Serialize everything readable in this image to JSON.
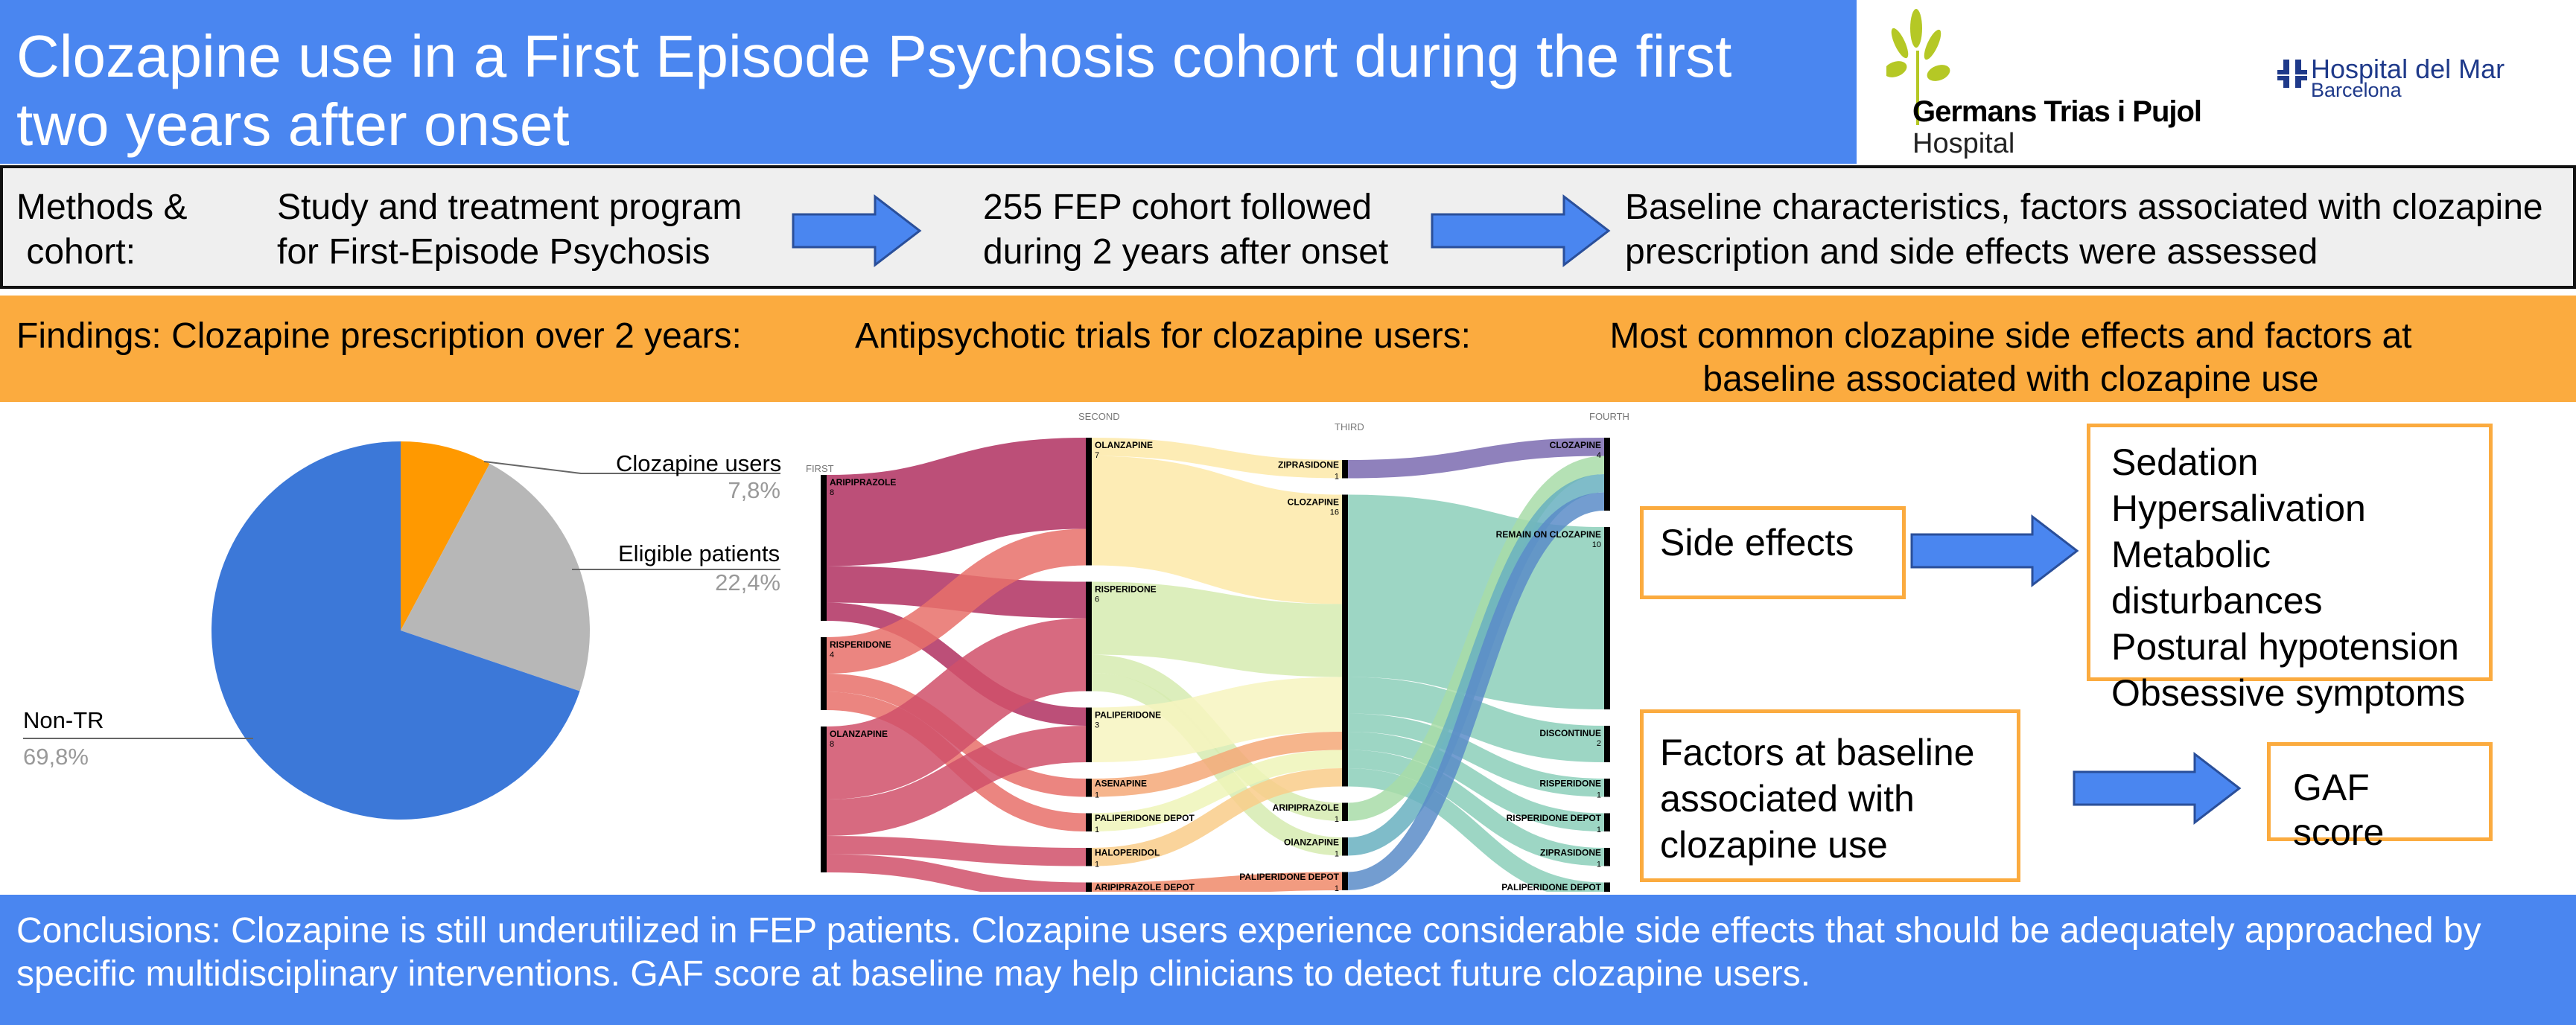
{
  "header": {
    "title": "Clozapine use in a First Episode Psychosis cohort during the first two years after onset",
    "logos": {
      "germans_trias": {
        "line1": "Germans Trias i Pujol",
        "line2": "Hospital"
      },
      "hospital_del_mar": {
        "line1": "Hospital del Mar",
        "line2": "Barcelona"
      }
    },
    "colors": {
      "blue": "#4a86f0",
      "orange": "#fbab3f"
    }
  },
  "methods": {
    "label": "Methods &\n cohort:",
    "step1": "Study and treatment program for First-Episode Psychosis",
    "step2": "255 FEP cohort followed during 2 years after onset",
    "step3": "Baseline characteristics, factors associated with clozapine prescription and side effects were assessed"
  },
  "findings": {
    "col1": "Findings: Clozapine prescription over 2 years:",
    "col2": "Antipsychotic trials for clozapine users:",
    "col3": "Most common clozapine side effects and factors at baseline associated with clozapine use"
  },
  "chart_data": {
    "type": "pie",
    "slices": [
      {
        "label": "Clozapine users",
        "value": 7.8,
        "display": "7,8%",
        "color": "#ff9900"
      },
      {
        "label": "Eligible patients",
        "value": 22.4,
        "display": "22,4%",
        "color": "#b7b7b7"
      },
      {
        "label": "Non-TR",
        "value": 69.8,
        "display": "69,8%",
        "color": "#3c78d8"
      }
    ]
  },
  "sankey": {
    "columns": [
      "FIRST",
      "SECOND",
      "THIRD",
      "FOURTH"
    ],
    "nodes": [
      {
        "id": "f_arip",
        "col": 0,
        "label": "ARIPIPRAZOLE",
        "value": 8,
        "color": "#b03060"
      },
      {
        "id": "f_risp",
        "col": 0,
        "label": "RISPERIDONE",
        "value": 4,
        "color": "#e8706a"
      },
      {
        "id": "f_olz",
        "col": 0,
        "label": "OLANZAPINE",
        "value": 8,
        "color": "#d0506a"
      },
      {
        "id": "s_olz",
        "col": 1,
        "label": "OLANZAPINE",
        "value": 7,
        "color": "#fde9a8"
      },
      {
        "id": "s_risp",
        "col": 1,
        "label": "RISPERIDONE",
        "value": 6,
        "color": "#d6ebb0"
      },
      {
        "id": "s_pali",
        "col": 1,
        "label": "PALIPERIDONE",
        "value": 3,
        "color": "#f7f5c0"
      },
      {
        "id": "s_asen",
        "col": 1,
        "label": "ASENAPINE",
        "value": 1,
        "color": "#f5a878"
      },
      {
        "id": "s_palid",
        "col": 1,
        "label": "PALIPERIDONE DEPOT",
        "value": 1,
        "color": "#eef5b8"
      },
      {
        "id": "s_halo",
        "col": 1,
        "label": "HALOPERIDOL",
        "value": 1,
        "color": "#f9cd8a"
      },
      {
        "id": "s_aripd",
        "col": 1,
        "label": "ARIPIPRAZOLE DEPOT",
        "value": 1,
        "color": "#f08a6a"
      },
      {
        "id": "t_zip",
        "col": 2,
        "label": "ZIPRASIDONE",
        "value": 1,
        "color": "#7b6bb0"
      },
      {
        "id": "t_clz",
        "col": 2,
        "label": "CLOZAPINE",
        "value": 16,
        "color": "#8ccfba"
      },
      {
        "id": "t_arip",
        "col": 2,
        "label": "ARIPIPRAZOLE",
        "value": 1,
        "color": "#a8dca8"
      },
      {
        "id": "t_olz",
        "col": 2,
        "label": "OlANZAPINE",
        "value": 1,
        "color": "#68b0c0"
      },
      {
        "id": "t_palid",
        "col": 2,
        "label": "PALIPERIDONE DEPOT",
        "value": 1,
        "color": "#5b8cc8"
      },
      {
        "id": "o_clz",
        "col": 3,
        "label": "CLOZAPINE",
        "value": 4,
        "color": "#8ccfba"
      },
      {
        "id": "o_remain",
        "col": 3,
        "label": "REMAIN ON CLOZAPINE",
        "value": 10,
        "color": "#8ccfba"
      },
      {
        "id": "o_disc",
        "col": 3,
        "label": "DISCONTINUE",
        "value": 2,
        "color": "#8ccfba"
      },
      {
        "id": "o_risp",
        "col": 3,
        "label": "RISPERIDONE",
        "value": 1,
        "color": "#8ccfba"
      },
      {
        "id": "o_rispd",
        "col": 3,
        "label": "RISPERIDONE DEPOT",
        "value": 1,
        "color": "#8ccfba"
      },
      {
        "id": "o_zip",
        "col": 3,
        "label": "ZIPRASIDONE",
        "value": 1,
        "color": "#8ccfba"
      },
      {
        "id": "o_palid",
        "col": 3,
        "label": "PALIPERIDONE DEPOT",
        "value": 1,
        "color": "#8ccfba"
      }
    ],
    "links": [
      [
        "f_arip",
        "s_olz",
        5
      ],
      [
        "f_arip",
        "s_risp",
        2
      ],
      [
        "f_arip",
        "s_pali",
        1
      ],
      [
        "f_risp",
        "s_olz",
        2
      ],
      [
        "f_risp",
        "s_asen",
        1
      ],
      [
        "f_risp",
        "s_palid",
        1
      ],
      [
        "f_olz",
        "s_risp",
        4
      ],
      [
        "f_olz",
        "s_pali",
        2
      ],
      [
        "f_olz",
        "s_halo",
        1
      ],
      [
        "f_olz",
        "s_aripd",
        1
      ],
      [
        "s_olz",
        "t_zip",
        1
      ],
      [
        "s_olz",
        "t_clz",
        6
      ],
      [
        "s_risp",
        "t_clz",
        4
      ],
      [
        "s_risp",
        "t_arip",
        1
      ],
      [
        "s_risp",
        "t_olz",
        1
      ],
      [
        "s_pali",
        "t_clz",
        3
      ],
      [
        "s_asen",
        "t_clz",
        1
      ],
      [
        "s_palid",
        "t_clz",
        1
      ],
      [
        "s_halo",
        "t_clz",
        1
      ],
      [
        "s_aripd",
        "t_palid",
        1
      ],
      [
        "t_zip",
        "o_clz",
        1
      ],
      [
        "t_clz",
        "o_remain",
        10
      ],
      [
        "t_clz",
        "o_disc",
        2
      ],
      [
        "t_clz",
        "o_risp",
        1
      ],
      [
        "t_clz",
        "o_rispd",
        1
      ],
      [
        "t_clz",
        "o_zip",
        1
      ],
      [
        "t_clz",
        "o_palid",
        1
      ],
      [
        "t_arip",
        "o_clz",
        1
      ],
      [
        "t_olz",
        "o_clz",
        1
      ],
      [
        "t_palid",
        "o_clz",
        1
      ]
    ]
  },
  "side_effects": {
    "label": "Side effects",
    "items": [
      "Sedation",
      "Hypersalivation",
      "Metabolic disturbances",
      "Postural hypotension",
      "Obsessive symptoms"
    ]
  },
  "factors": {
    "label": "Factors at baseline associated with clozapine use",
    "result": "GAF score"
  },
  "conclusions": {
    "text": "Conclusions: Clozapine is still underutilized in FEP patients. Clozapine users experience considerable side effects that should be adequately approached by specific multidisciplinary interventions. GAF score at baseline may help clinicians to detect future clozapine users."
  }
}
